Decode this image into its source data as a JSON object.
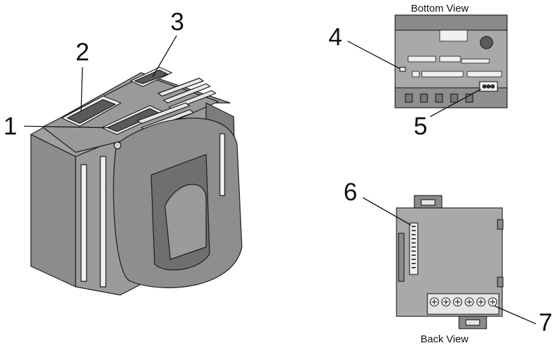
{
  "views": {
    "bottom_title": "Bottom View",
    "back_title": "Back View"
  },
  "callouts": {
    "c1": "1",
    "c2": "2",
    "c3": "3",
    "c4": "4",
    "c5": "5",
    "c6": "6",
    "c7": "7"
  },
  "colors": {
    "body_fill": "#8c8c8c",
    "face_fill": "#a6a6a6",
    "dark": "#3a3a3a",
    "outline": "#1a1a1a",
    "slot": "#f2f2f2"
  }
}
